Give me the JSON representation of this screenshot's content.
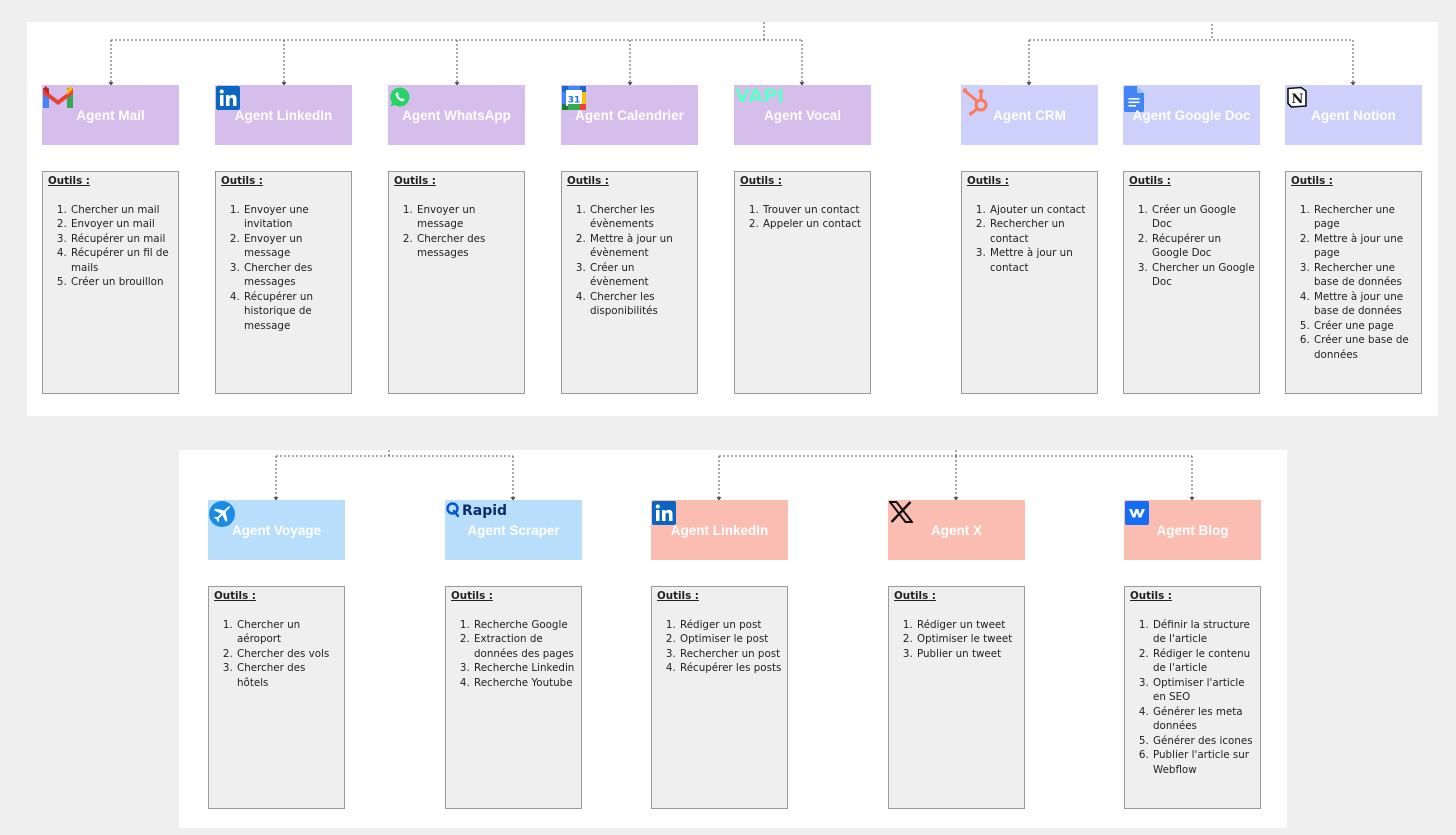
{
  "tools_title": "Outils :",
  "colors": {
    "canvas": "#efefef",
    "panel": "#ffffff",
    "purple": "#d5bdec",
    "lavender": "#cdd0fb",
    "skyblue": "#b9defc",
    "salmon": "#fbbdb1",
    "tools_bg": "#efefef",
    "connector": "#555555"
  },
  "top_row": [
    {
      "name": "Agent Mail",
      "logo": "gmail-icon",
      "color": "purple",
      "tools": [
        "Chercher un mail",
        "Envoyer un mail",
        "Récupérer un mail",
        "Récupérer un fil de mails",
        "Créer un brouillon"
      ]
    },
    {
      "name": "Agent LinkedIn",
      "logo": "linkedin-icon",
      "color": "purple",
      "tools": [
        "Envoyer une invitation",
        "Envoyer un message",
        "Chercher des messages",
        "Récupérer un historique de message"
      ]
    },
    {
      "name": "Agent WhatsApp",
      "logo": "whatsapp-icon",
      "color": "purple",
      "tools": [
        "Envoyer un message",
        "Chercher des messages"
      ]
    },
    {
      "name": "Agent Calendrier",
      "logo": "google-calendar-icon",
      "logo_text": "31",
      "color": "purple",
      "tools": [
        "Chercher les évènements",
        "Mettre à jour un évènement",
        "Créer un évènement",
        "Chercher les disponibilités"
      ]
    },
    {
      "name": "Agent Vocal",
      "logo": "vapi-logo",
      "logo_text": "VAPI",
      "color": "purple",
      "tools": [
        "Trouver un contact",
        "Appeler un contact"
      ]
    },
    {
      "name": "Agent CRM",
      "logo": "hubspot-icon",
      "color": "lavender",
      "tools": [
        "Ajouter un contact",
        "Rechercher un contact",
        "Mettre à jour un contact"
      ]
    },
    {
      "name": "Agent Google Doc",
      "logo": "google-docs-icon",
      "color": "lavender",
      "tools": [
        "Créer un Google Doc",
        "Récupérer un Google Doc",
        "Chercher un Google Doc"
      ]
    },
    {
      "name": "Agent Notion",
      "logo": "notion-icon",
      "logo_text": "N",
      "color": "lavender",
      "tools": [
        "Rechercher une page",
        "Mettre à jour une page",
        "Rechercher une base de données",
        "Mettre à jour une base de données",
        "Créer une page",
        "Créer une base de données"
      ]
    }
  ],
  "bottom_row": [
    {
      "name": "Agent Voyage",
      "logo": "airplane-icon",
      "color": "skyblue",
      "tools": [
        "Chercher un aéroport",
        "Chercher des vols",
        "Chercher des hôtels"
      ]
    },
    {
      "name": "Agent Scraper",
      "logo": "rapid-logo",
      "logo_text": "Rapid",
      "color": "skyblue",
      "tools": [
        "Recherche Google",
        "Extraction de données des pages",
        "Recherche Linkedin",
        "Recherche Youtube"
      ]
    },
    {
      "name": "Agent LinkedIn",
      "logo": "linkedin-icon",
      "color": "salmon",
      "tools": [
        "Rédiger un post",
        "Optimiser le post",
        "Rechercher un post",
        "Récupérer les posts"
      ]
    },
    {
      "name": "Agent X",
      "logo": "x-icon",
      "color": "salmon",
      "tools": [
        "Rédiger un tweet",
        "Optimiser le tweet",
        "Publier un tweet"
      ]
    },
    {
      "name": "Agent Blog",
      "logo": "webflow-icon",
      "color": "salmon",
      "tools": [
        "Définir la structure de l'article",
        "Rédiger le contenu de l'article",
        "Optimiser l'article en SEO",
        "Générer les meta données",
        "Générer des icones",
        "Publier l'article sur Webflow"
      ]
    }
  ]
}
